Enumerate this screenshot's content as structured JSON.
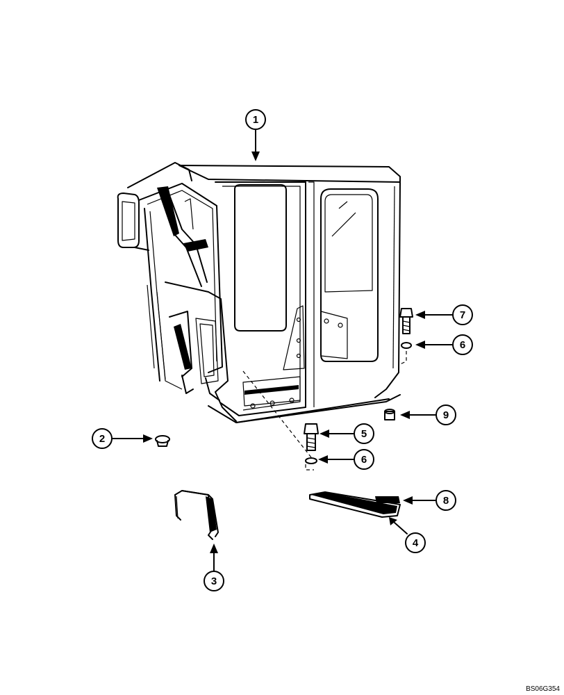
{
  "diagram": {
    "reference_code": "BS06G354",
    "callouts": [
      {
        "id": "callout-1",
        "label": "1",
        "part": "cab"
      },
      {
        "id": "callout-2",
        "label": "2",
        "part": "plug"
      },
      {
        "id": "callout-3",
        "label": "3",
        "part": "bracket"
      },
      {
        "id": "callout-4",
        "label": "4",
        "part": "step"
      },
      {
        "id": "callout-5",
        "label": "5",
        "part": "bolt"
      },
      {
        "id": "callout-6a",
        "label": "6",
        "part": "washer"
      },
      {
        "id": "callout-6b",
        "label": "6",
        "part": "washer"
      },
      {
        "id": "callout-7",
        "label": "7",
        "part": "bolt"
      },
      {
        "id": "callout-8",
        "label": "8",
        "part": "pad"
      },
      {
        "id": "callout-9",
        "label": "9",
        "part": "nut"
      }
    ]
  }
}
